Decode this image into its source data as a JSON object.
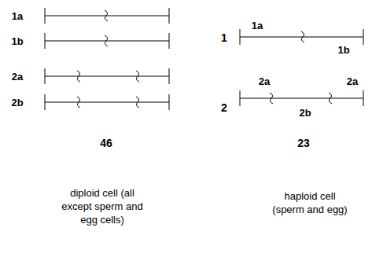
{
  "diagram": {
    "labels": [
      "1a",
      "1b",
      "2a",
      "2b",
      "1",
      "1a",
      "1b",
      "2",
      "2a",
      "2a",
      "2b",
      "46",
      "23",
      "diploid cell (all except sperm and egg cells)",
      "haploid cell (sperm and egg)"
    ]
  }
}
